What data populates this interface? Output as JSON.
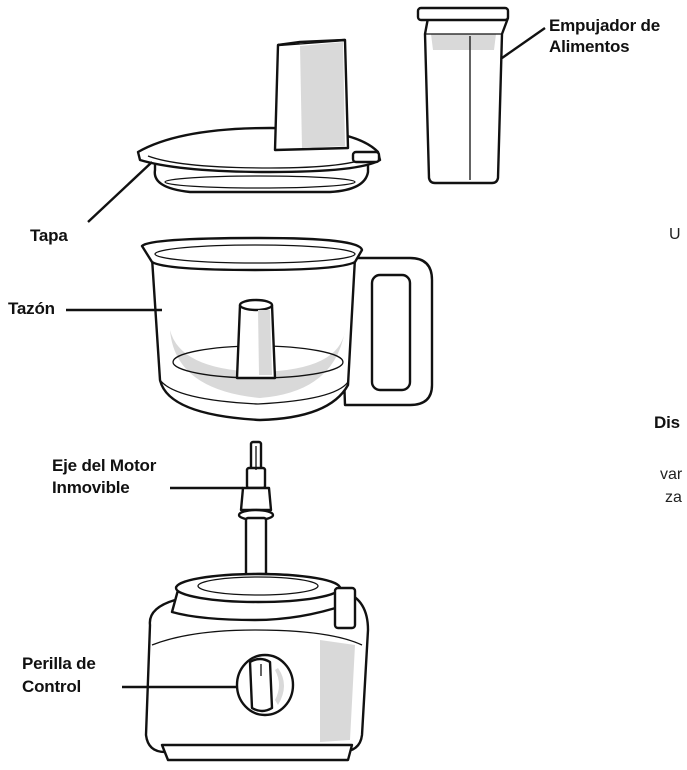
{
  "labels": {
    "pusher_line1": "Empujador de",
    "pusher_line2": "Alimentos",
    "lid": "Tapa",
    "bowl": "Tazón",
    "shaft_line1": "Eje del Motor",
    "shaft_line2": "Inmovible",
    "knob_line1": "Perilla de",
    "knob_line2": "Control"
  },
  "cut_off_text": {
    "fragment_1": "U",
    "fragment_2": "Dis",
    "fragment_3": "var",
    "fragment_4": "za"
  }
}
